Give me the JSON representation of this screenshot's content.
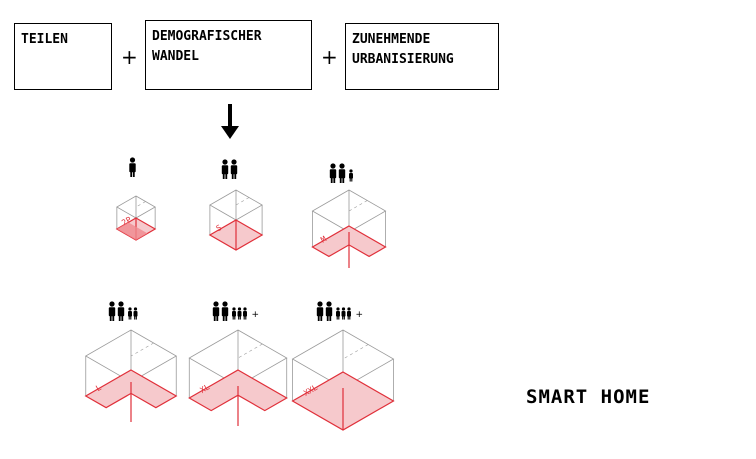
{
  "boxes": [
    {
      "text": "TEILEN"
    },
    {
      "text": "DEMOGRAFISCHER\nWANDEL"
    },
    {
      "text": "ZUNEHMENDE\nURBANISIERUNG"
    }
  ],
  "operators": [
    "+",
    "+"
  ],
  "units": [
    {
      "label": "2P",
      "adults": 1,
      "children": 0,
      "plus": false
    },
    {
      "label": "S",
      "adults": 2,
      "children": 0,
      "plus": false
    },
    {
      "label": "M",
      "adults": 2,
      "children": 1,
      "plus": false
    },
    {
      "label": "L",
      "adults": 2,
      "children": 2,
      "plus": false
    },
    {
      "label": "XL",
      "adults": 2,
      "children": 3,
      "plus": true
    },
    {
      "label": "XXL",
      "adults": 2,
      "children": 3,
      "plus": true
    }
  ],
  "footer": {
    "title": "SMART HOME"
  },
  "colors": {
    "accent": "#e0303a",
    "fill": "#f6c9cc",
    "fill_strong": "#f08a8f",
    "line": "#9a9a9a"
  }
}
